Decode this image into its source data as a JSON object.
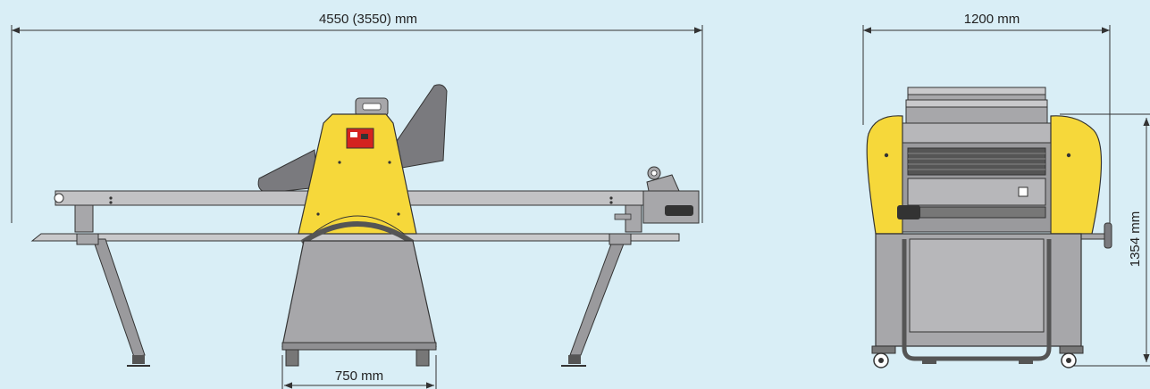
{
  "dimensions": {
    "length": "4550 (3550) mm",
    "width": "1200 mm",
    "height": "1354 mm",
    "base": "750 mm"
  },
  "colors": {
    "background": "#d9eef6",
    "machine_yellow": "#f6d83a",
    "machine_grey": "#a7a7aa",
    "dark_grey": "#7a7a7e",
    "outline": "#3a3a3a",
    "control_red": "#d4231f"
  }
}
